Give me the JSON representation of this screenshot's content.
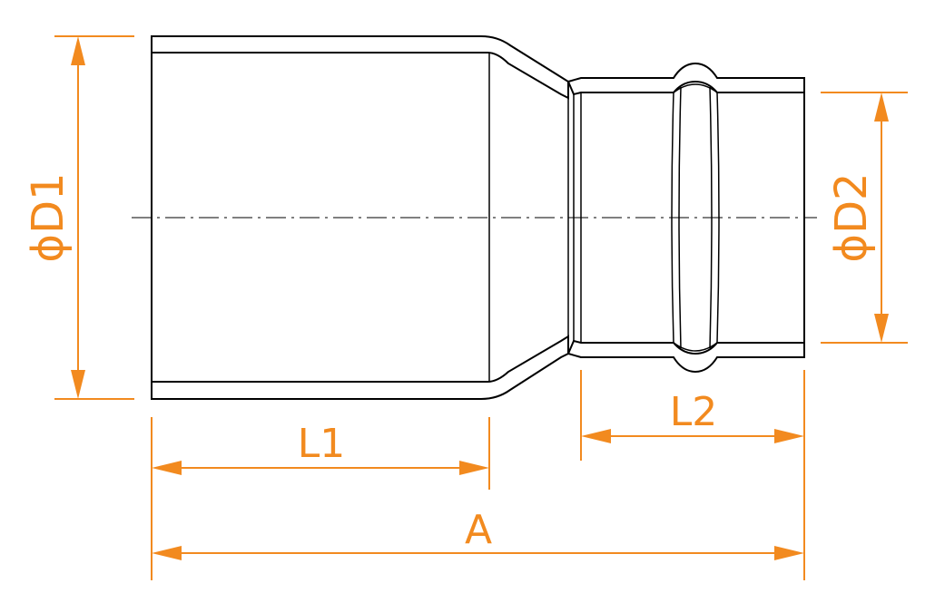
{
  "diagram": {
    "labels": {
      "d1": "ϕD1",
      "d2": "ϕD2",
      "l1": "L1",
      "l2": "L2",
      "a": "A"
    },
    "colors": {
      "dimension": "#F28A1F",
      "outline": "#000000",
      "background": "#FFFFFF"
    }
  }
}
